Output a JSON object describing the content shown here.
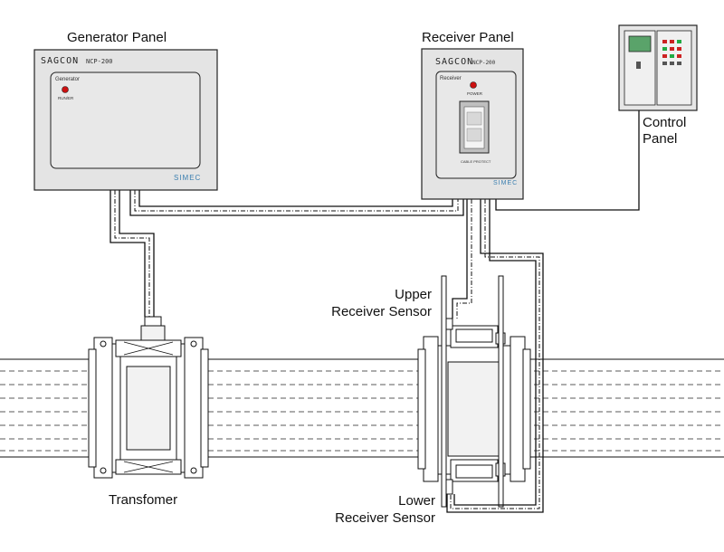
{
  "labels": {
    "generator_panel": "Generator Panel",
    "receiver_panel": "Receiver Panel",
    "control_panel_line1": "Control",
    "control_panel_line2": "Panel",
    "upper_sensor_line1": "Upper",
    "upper_sensor_line2": "Receiver Sensor",
    "lower_sensor_line1": "Lower",
    "lower_sensor_line2": "Receiver Sensor",
    "transformer": "Transfomer"
  },
  "generator_panel": {
    "brand": "SAGCON",
    "model": "NCP-200",
    "inner_title": "Generator",
    "indicator_label": "RUN/ER",
    "maker": "SIMEC"
  },
  "receiver_panel": {
    "brand": "SAGCON",
    "model": "NCP-200",
    "inner_title": "Receiver",
    "indicator_label": "POWER",
    "display_caption": "CABLE PROTECT",
    "maker": "SIMEC"
  },
  "colors": {
    "indicator": "#cc1111",
    "panel_fill": "#e4e4e4",
    "maker_text": "#3b7fb0",
    "control_screen": "#5aa36a"
  }
}
